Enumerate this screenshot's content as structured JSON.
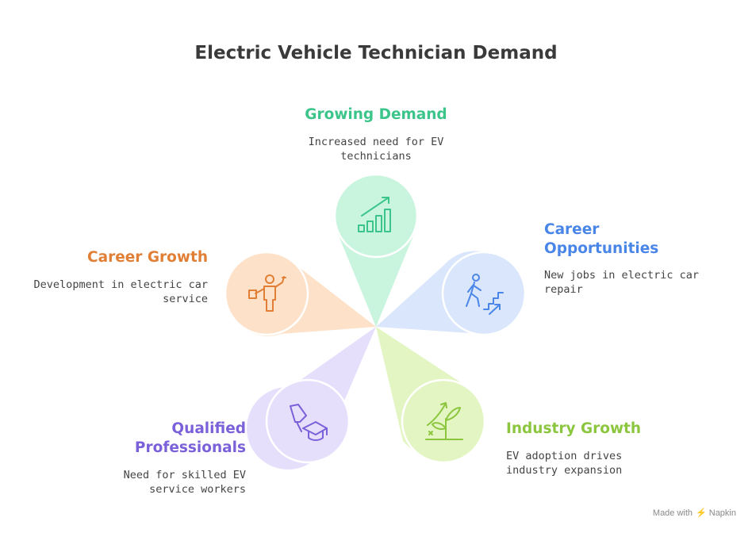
{
  "title": "Electric Vehicle Technician Demand",
  "items": [
    {
      "label": "Growing Demand",
      "desc": "Increased need for EV technicians",
      "color": "#3cc58a",
      "fill": "#c9f5de",
      "icon": "bar-chart-growth-icon"
    },
    {
      "label": "Career Opportunities",
      "desc": "New jobs in electric car repair",
      "color": "#4a86e8",
      "fill": "#d9e6fb",
      "icon": "person-climbing-stairs-icon"
    },
    {
      "label": "Industry Growth",
      "desc": "EV adoption drives industry expansion",
      "color": "#8cc63f",
      "fill": "#e3f5c2",
      "icon": "sprouting-plant-icon"
    },
    {
      "label": "Qualified Professionals",
      "desc": "Need for skilled EV service workers",
      "color": "#7b61d9",
      "fill": "#e6dffb",
      "icon": "graduation-cap-icon"
    },
    {
      "label": "Career Growth",
      "desc": "Development in electric car service",
      "color": "#e07f35",
      "fill": "#fde1c8",
      "icon": "businessman-pointing-icon"
    }
  ],
  "footer": {
    "prefix": "Made with",
    "brand": "Napkin"
  }
}
